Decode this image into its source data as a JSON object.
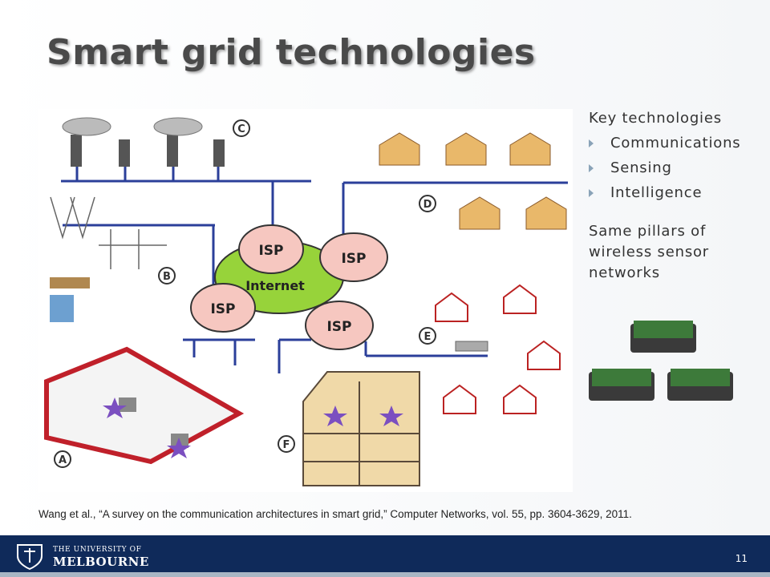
{
  "slide": {
    "title": "Smart grid technologies",
    "bullets": {
      "heading": "Key technologies",
      "items": [
        "Communications",
        "Sensing",
        "Intelligence"
      ],
      "paragraph": "Same pillars of wireless sensor networks"
    },
    "diagram": {
      "center_label": "Internet",
      "isp_label": "ISP",
      "section_letters": [
        "A",
        "B",
        "C",
        "D",
        "E",
        "F"
      ]
    },
    "citation": "Wang et al., “A survey on the communication architectures in smart grid,” Computer Networks, vol. 55, pp. 3604-3629, 2011.",
    "page_number": "11"
  },
  "footer": {
    "logo_line1": "THE UNIVERSITY OF",
    "logo_line2": "MELBOURNE"
  },
  "colors": {
    "footer_bg": "#0f2a5a",
    "line_blue": "#2b3f9a",
    "isp_cloud": "#f6c7c0",
    "internet_cloud": "#97d33a"
  }
}
